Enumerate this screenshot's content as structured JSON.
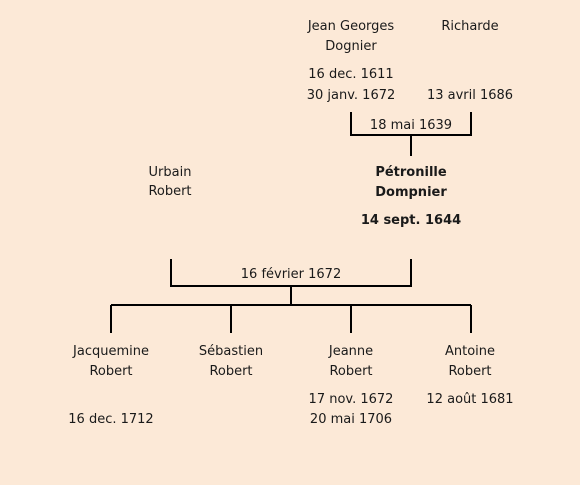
{
  "couple_top": {
    "husband": {
      "first": "Jean Georges",
      "last": "Dognier",
      "birth": "16 dec. 1611",
      "death": "30 janv. 1672"
    },
    "wife": {
      "first": "Richarde",
      "death": "13 avril 1686"
    },
    "marriage": "18 mai 1639"
  },
  "couple_mid": {
    "husband": {
      "first": "Urbain",
      "last": "Robert"
    },
    "wife": {
      "first": "Pétronille",
      "last": "Dompnier",
      "birth": "14 sept. 1644"
    },
    "marriage": "16 février 1672"
  },
  "children": [
    {
      "first": "Jacquemine",
      "last": "Robert",
      "date1": "",
      "date2": "16 dec. 1712"
    },
    {
      "first": "Sébastien",
      "last": "Robert",
      "date1": "",
      "date2": ""
    },
    {
      "first": "Jeanne",
      "last": "Robert",
      "date1": "17 nov. 1672",
      "date2": "20 mai 1706"
    },
    {
      "first": "Antoine",
      "last": "Robert",
      "date1": "12 août 1681",
      "date2": ""
    }
  ],
  "colors": {
    "background": "#fce9d7",
    "line": "#000000"
  }
}
